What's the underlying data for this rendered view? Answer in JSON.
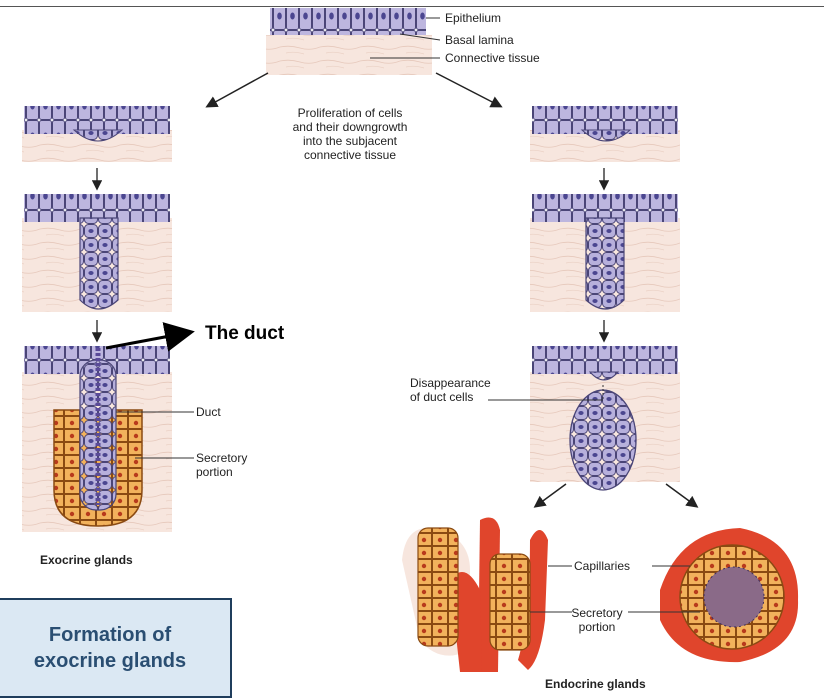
{
  "labels": {
    "epithelium": "Epithelium",
    "basal_lamina": "Basal lamina",
    "connective_tissue": "Connective tissue",
    "proliferation": [
      "Proliferation of cells",
      "and their downgrowth",
      "into the subjacent",
      "connective tissue"
    ],
    "duct_annotation": "The duct",
    "duct": "Duct",
    "secretory": [
      "Secretory",
      "portion"
    ],
    "exocrine_glands": "Exocrine glands",
    "disappearance": [
      "Disappearance",
      "of duct cells"
    ],
    "capillaries": "Capillaries",
    "endocrine_secretory": [
      "Secretory",
      "portion"
    ],
    "endocrine_glands": "Endocrine glands"
  },
  "caption": [
    "Formation of",
    "exocrine glands"
  ],
  "colors": {
    "epithelium_cell": "#b9b3dc",
    "cell_outline": "#4a4577",
    "connective_tissue": "#f6e4dc",
    "secretory_cell": "#f2b25c",
    "capillary": "#e0452c",
    "caption_bg": "#dbe8f3",
    "caption_text": "#2a4e72"
  }
}
